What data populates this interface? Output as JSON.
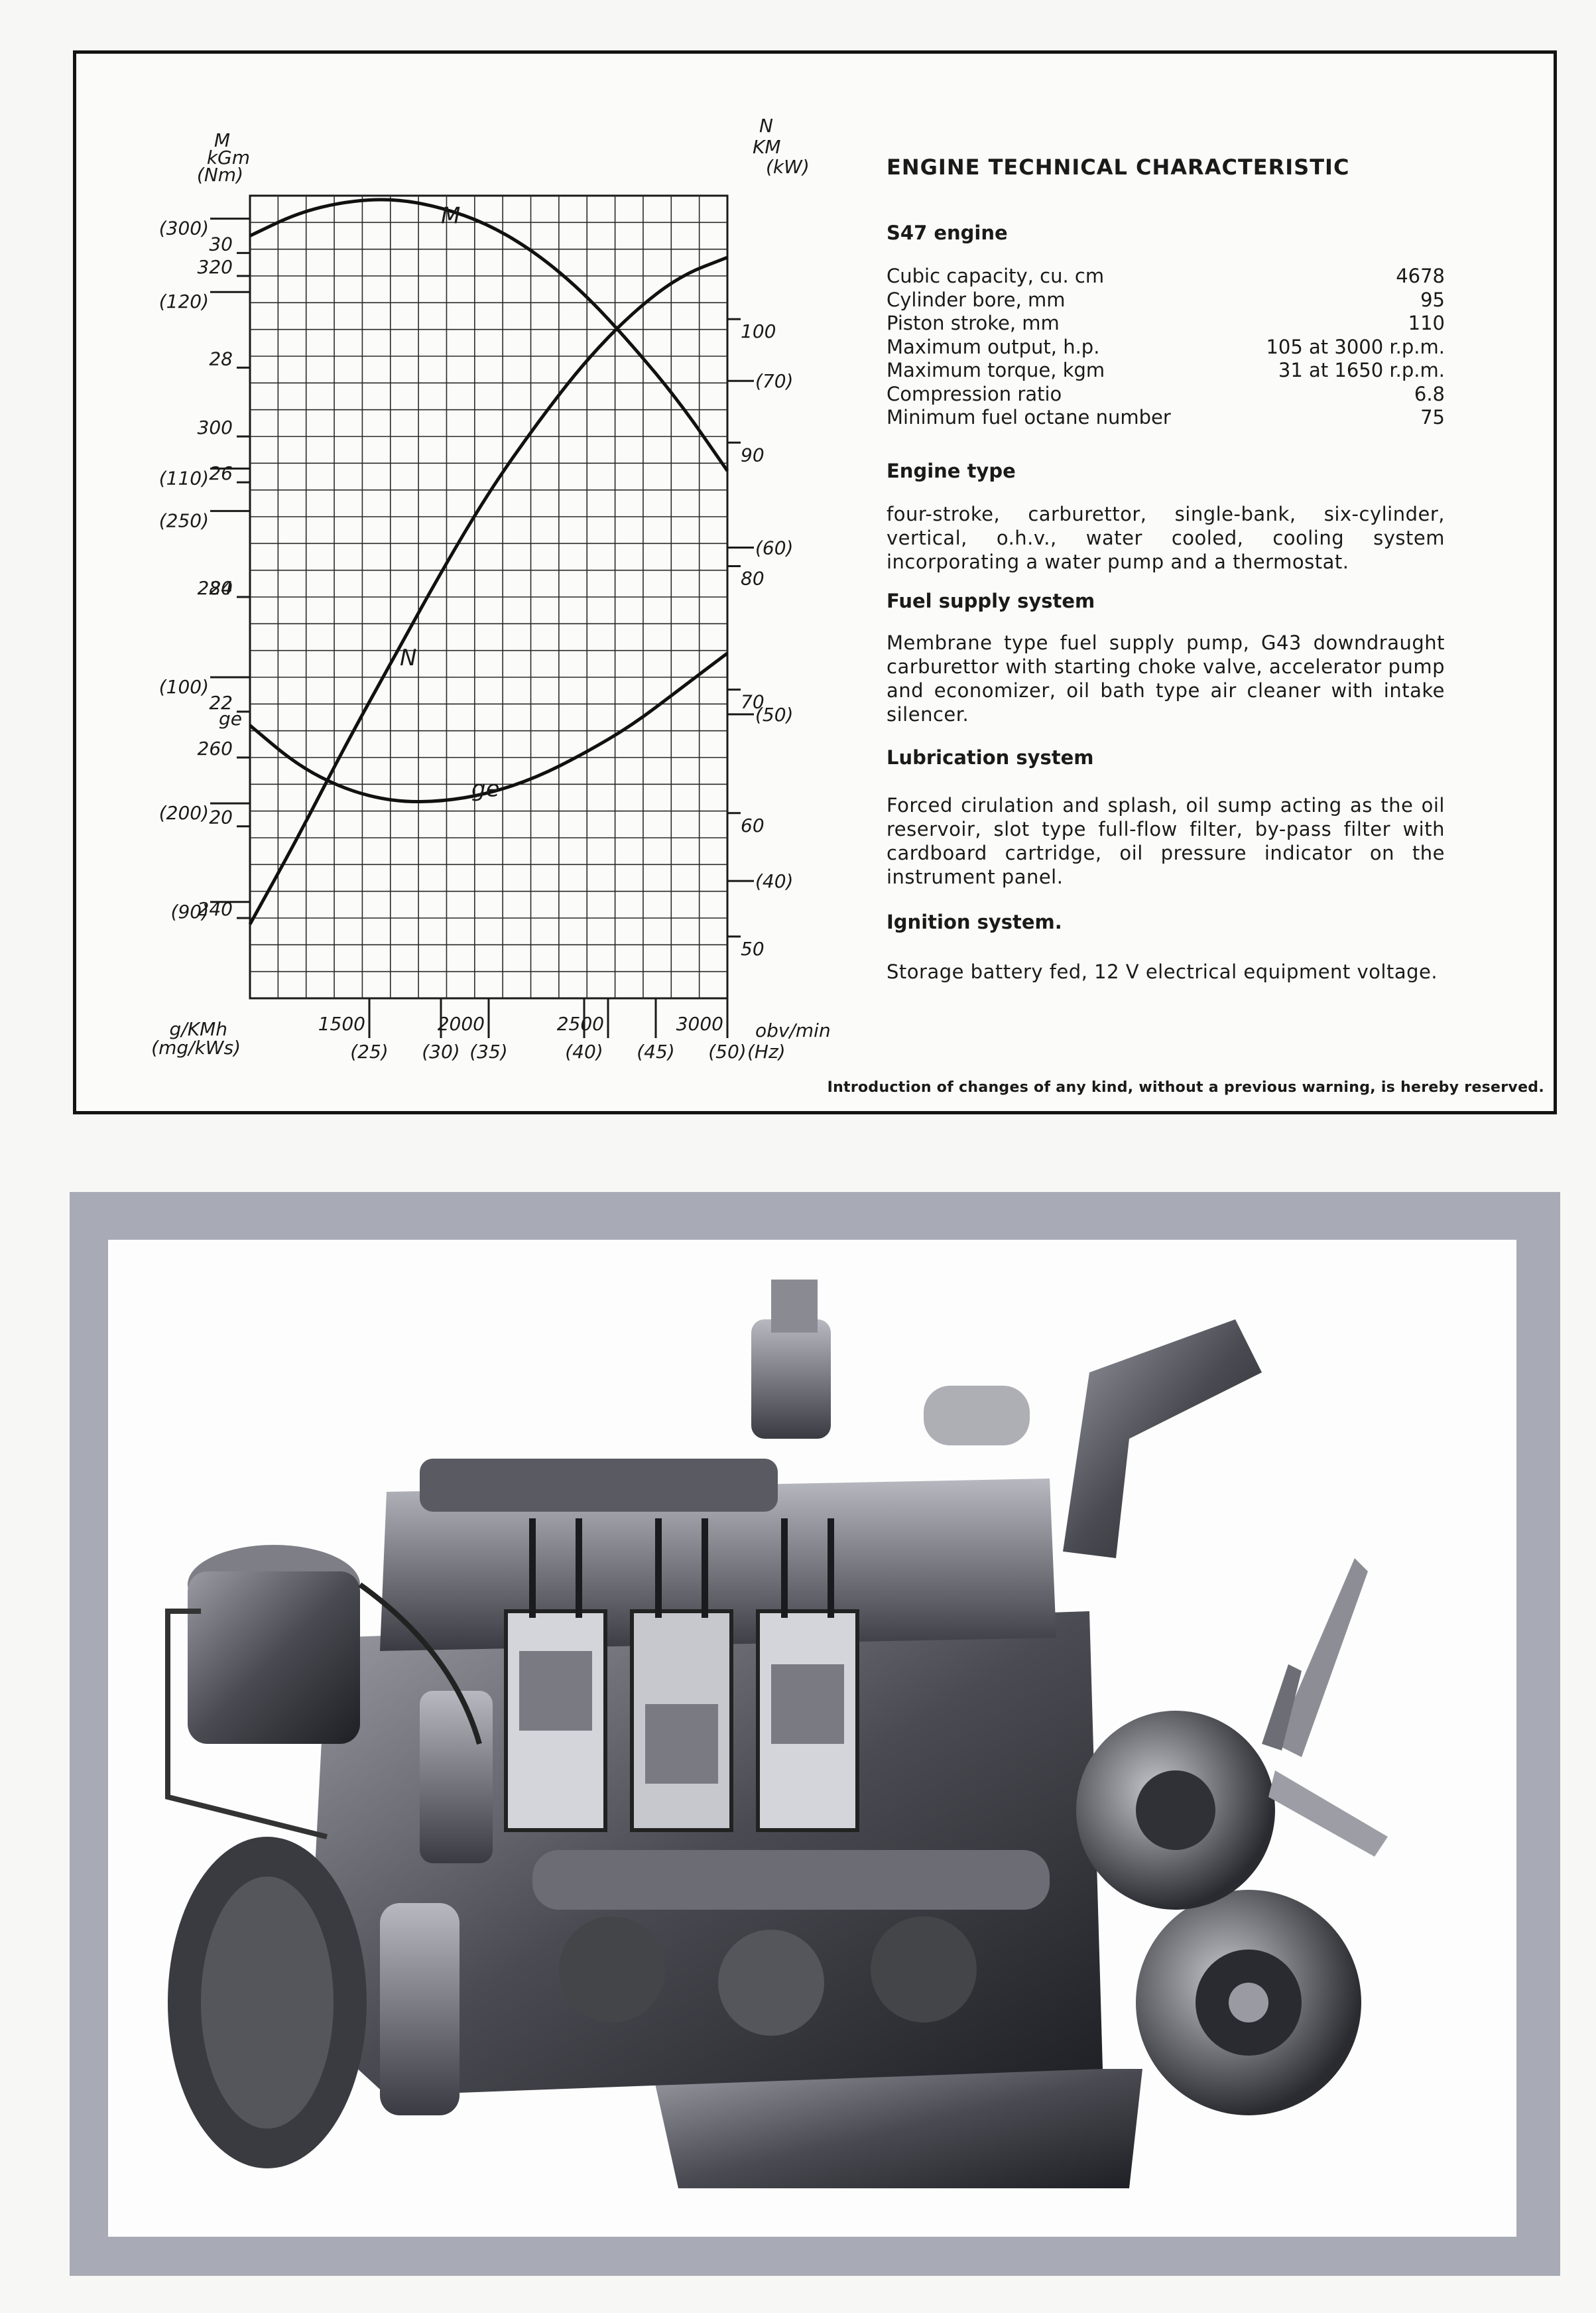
{
  "title": "ENGINE TECHNICAL CHARACTERISTIC",
  "engine_heading": "S47 engine",
  "specs": [
    {
      "label": "Cubic capacity, cu. cm",
      "value": "4678"
    },
    {
      "label": "Cylinder bore, mm",
      "value": "95"
    },
    {
      "label": "Piston stroke, mm",
      "value": "110"
    },
    {
      "label": "Maximum output, h.p.",
      "value": "105 at 3000 r.p.m."
    },
    {
      "label": "Maximum torque, kgm",
      "value": "31 at 1650 r.p.m."
    },
    {
      "label": "Compression ratio",
      "value": "6.8"
    },
    {
      "label": "Minimum fuel octane number",
      "value": "75"
    }
  ],
  "sections": [
    {
      "heading": "Engine type",
      "text": "four-stroke, carburettor, single-bank, six-cylinder, vertical, o.h.v., water cooled, cooling system incorporating a water pump and a thermostat."
    },
    {
      "heading": "Fuel supply system",
      "text": "Membrane type fuel supply pump, G43 downdraught carburettor with starting choke valve, accelerator pump and economizer, oil bath type air cleaner with intake silencer."
    },
    {
      "heading": "Lubrication system",
      "text": "Forced cirulation and splash, oil sump acting as the oil reservoir, slot type full-flow filter, by-pass filter with cardboard cartridge, oil pressure indicator on the instrument panel."
    },
    {
      "heading": "Ignition system.",
      "text": "Storage battery fed, 12 V electrical equipment voltage."
    }
  ],
  "footnote": "Introduction of changes of any kind, without a previous warning, is hereby reserved.",
  "chart_data": {
    "type": "line",
    "x_unit": "obv/min",
    "x_unit_alt": "(Hz)",
    "xlim": [
      1000,
      3000
    ],
    "x_ticks": [
      {
        "value": 1500,
        "label": "1500",
        "alt": "(25)"
      },
      {
        "value": 1800,
        "label": "",
        "alt": "(30)"
      },
      {
        "value": 2000,
        "label": "2000",
        "alt": "(35)"
      },
      {
        "value": 2400,
        "label": "",
        "alt": "(40)"
      },
      {
        "value": 2500,
        "label": "2500",
        "alt": ""
      },
      {
        "value": 2700,
        "label": "",
        "alt": "(45)"
      },
      {
        "value": 3000,
        "label": "3000",
        "alt": "(50)"
      }
    ],
    "left_axes": [
      {
        "name": "M",
        "unit": "kGm",
        "unit_alt": "(Nm)",
        "ylim": [
          17,
          31
        ],
        "ticks": [
          {
            "v": 30,
            "label": "30"
          },
          {
            "v": 28,
            "label": "28"
          },
          {
            "v": 26,
            "label": "26"
          },
          {
            "v": 24,
            "label": "24"
          },
          {
            "v": 22,
            "label": "22"
          },
          {
            "v": 20,
            "label": "20"
          }
        ],
        "alt_ticks": [
          {
            "v": 30.6,
            "label": "(300)"
          },
          {
            "v": 25.5,
            "label": "(250)"
          },
          {
            "v": 20.4,
            "label": "(200)"
          }
        ]
      },
      {
        "name": "ge",
        "unit": "g/KMh",
        "unit_alt": "(mg/kWs)",
        "ylim": [
          230,
          330
        ],
        "ticks": [
          {
            "v": 320,
            "label": "320"
          },
          {
            "v": 300,
            "label": "300"
          },
          {
            "v": 280,
            "label": "280"
          },
          {
            "v": 260,
            "label": "260"
          },
          {
            "v": 240,
            "label": "240"
          }
        ],
        "alt_ticks": [
          {
            "v": 318,
            "label": "(120)"
          },
          {
            "v": 296,
            "label": "(110)"
          },
          {
            "v": 270,
            "label": "(100)"
          },
          {
            "v": 242,
            "label": "(90)"
          }
        ]
      }
    ],
    "right_axis": {
      "name": "N",
      "unit": "KM",
      "unit_alt": "(kW)",
      "ylim": [
        45,
        110
      ],
      "ticks": [
        {
          "v": 100,
          "label": "100"
        },
        {
          "v": 90,
          "label": "90"
        },
        {
          "v": 80,
          "label": "80"
        },
        {
          "v": 70,
          "label": "70"
        },
        {
          "v": 60,
          "label": "60"
        },
        {
          "v": 50,
          "label": "50"
        }
      ],
      "alt_ticks": [
        {
          "v": 95,
          "label": "(70)"
        },
        {
          "v": 81.5,
          "label": "(60)"
        },
        {
          "v": 68,
          "label": "(50)"
        },
        {
          "v": 54.5,
          "label": "(40)"
        }
      ]
    },
    "series": [
      {
        "name": "M",
        "axis": "M",
        "x": [
          1000,
          1200,
          1400,
          1600,
          1800,
          2000,
          2200,
          2400,
          2600,
          2800,
          3000
        ],
        "y": [
          30.3,
          30.7,
          30.9,
          30.95,
          30.8,
          30.5,
          30.0,
          29.3,
          28.4,
          27.4,
          26.2
        ]
      },
      {
        "name": "N",
        "axis": "N",
        "x": [
          1000,
          1200,
          1400,
          1600,
          1800,
          2000,
          2200,
          2400,
          2600,
          2800,
          3000
        ],
        "y": [
          51,
          58,
          65.5,
          72.5,
          79.5,
          86,
          91.5,
          96.5,
          100.5,
          103.5,
          105
        ]
      },
      {
        "name": "ge",
        "axis": "ge",
        "x": [
          1000,
          1200,
          1400,
          1600,
          1800,
          2000,
          2200,
          2400,
          2600,
          2800,
          3000
        ],
        "y": [
          264,
          259,
          256,
          254.5,
          254.5,
          255.5,
          257.5,
          260.5,
          264,
          268.5,
          273
        ]
      }
    ]
  }
}
